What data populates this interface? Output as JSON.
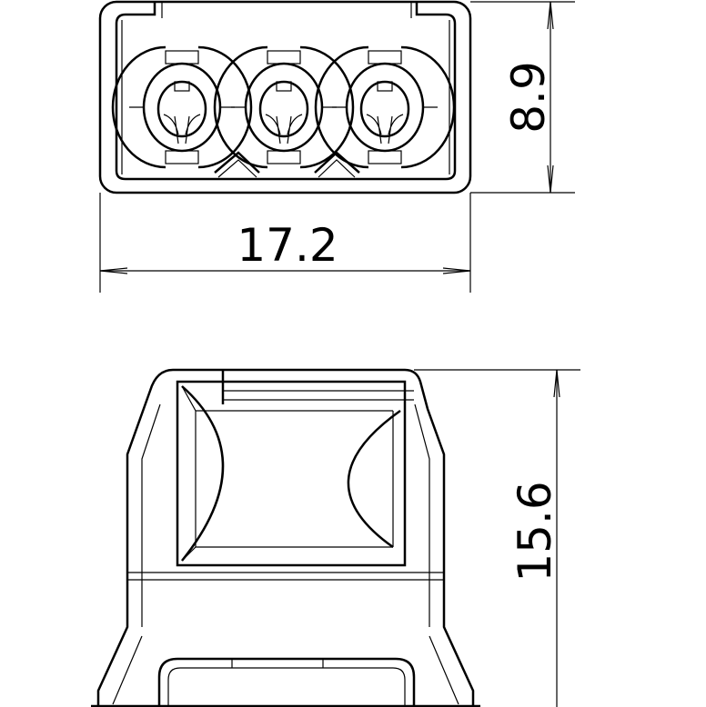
{
  "dimensions": {
    "width": "17.2",
    "height_front": "8.9",
    "depth": "15.6"
  },
  "colors": {
    "line": "#000000",
    "background": "#ffffff"
  }
}
